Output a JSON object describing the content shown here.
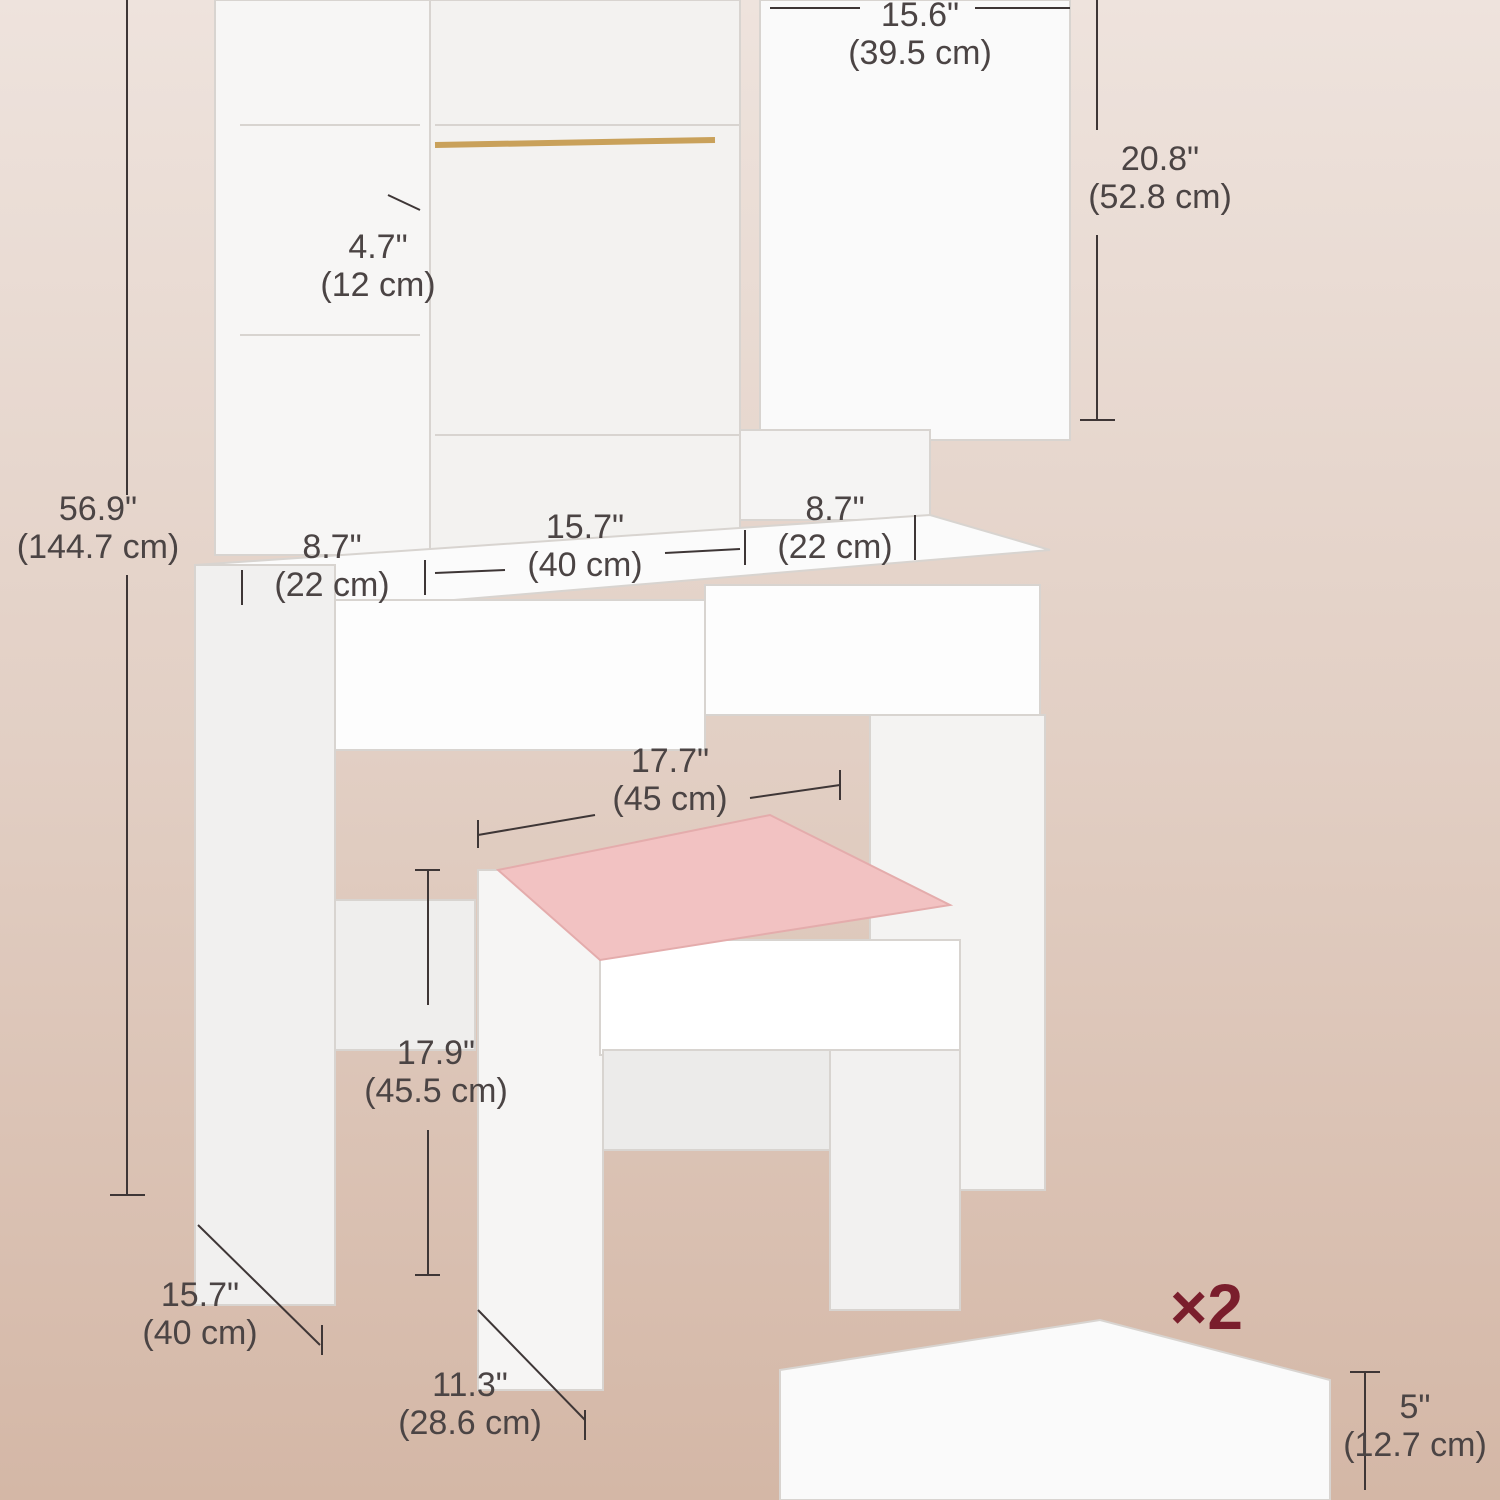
{
  "colors": {
    "accent": "#7a1e2c",
    "furniture": "#ffffff",
    "cushion": "#f2c4c4",
    "line": "#3e3636"
  },
  "quantity_badge": "×2",
  "dimensions": {
    "mirror_width": {
      "in": "15.6\"",
      "cm": "(39.5 cm)"
    },
    "mirror_height": {
      "in": "20.8\"",
      "cm": "(52.8 cm)"
    },
    "shelf_gap": {
      "in": "4.7\"",
      "cm": "(12 cm)"
    },
    "total_height": {
      "in": "56.9\"",
      "cm": "(144.7 cm)"
    },
    "left_cabinet_width": {
      "in": "8.7\"",
      "cm": "(22 cm)"
    },
    "center_width": {
      "in": "15.7\"",
      "cm": "(40 cm)"
    },
    "right_cabinet_width": {
      "in": "8.7\"",
      "cm": "(22 cm)"
    },
    "stool_width": {
      "in": "17.7\"",
      "cm": "(45 cm)"
    },
    "stool_height": {
      "in": "17.9\"",
      "cm": "(45.5 cm)"
    },
    "table_depth": {
      "in": "15.7\"",
      "cm": "(40 cm)"
    },
    "stool_depth": {
      "in": "11.3\"",
      "cm": "(28.6 cm)"
    },
    "drawer_height": {
      "in": "5\"",
      "cm": "(12.7 cm)"
    }
  }
}
